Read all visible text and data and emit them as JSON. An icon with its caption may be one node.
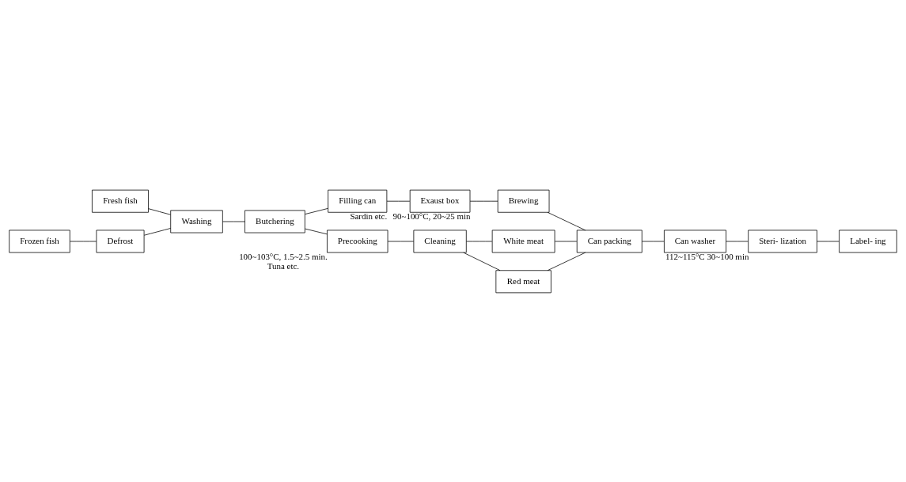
{
  "diagram": {
    "nodes": [
      {
        "text": [
          "Fresh fish"
        ]
      },
      {
        "text": [
          "Frozen fish"
        ]
      },
      {
        "text": [
          "Defrost"
        ]
      },
      {
        "text": [
          "Washing"
        ]
      },
      {
        "text": [
          "Butchering"
        ]
      },
      {
        "text": [
          "Filling can"
        ],
        "beside": [
          "Sardin etc."
        ]
      },
      {
        "text": [
          "Precooking"
        ],
        "beside": [
          "100~103°C, 1.5~2.5 min.",
          "Tuna etc."
        ]
      },
      {
        "text": [
          "Exaust box"
        ],
        "beside": [
          "90~100°C, 20~25 min"
        ]
      },
      {
        "text": [
          "Brewing"
        ]
      },
      {
        "text": [
          "Cleaning"
        ]
      },
      {
        "text": [
          "White meat"
        ]
      },
      {
        "text": [
          "Red meat"
        ]
      },
      {
        "text": [
          "Can packing"
        ]
      },
      {
        "text": [
          "Can washer"
        ]
      },
      {
        "text": [
          "Steri- lization"
        ],
        "beside": [
          "112~115°C 30~100 min"
        ]
      },
      {
        "text": [
          "Label- ing"
        ]
      }
    ],
    "edges": [
      {
        "from": 0,
        "to": 3,
        "arrow": "none"
      },
      {
        "from": 1,
        "to": 2,
        "arrow": "none"
      },
      {
        "from": 2,
        "to": 3,
        "arrow": "none"
      },
      {
        "from": 3,
        "to": 4,
        "arrow": "none"
      },
      {
        "from": 4,
        "to": 5,
        "arrow": "none"
      },
      {
        "from": 4,
        "to": 6,
        "arrow": "none"
      },
      {
        "from": 5,
        "to": 7,
        "arrow": "none"
      },
      {
        "from": 6,
        "to": 9,
        "arrow": "none"
      },
      {
        "from": 7,
        "to": 8,
        "arrow": "none"
      },
      {
        "from": 8,
        "to": 12,
        "arrow": "none"
      },
      {
        "from": 9,
        "to": 10,
        "arrow": "none"
      },
      {
        "from": 9,
        "to": 11,
        "arrow": "none"
      },
      {
        "from": 10,
        "to": 12,
        "arrow": "none"
      },
      {
        "from": 11,
        "to": 12,
        "arrow": "none"
      },
      {
        "from": 12,
        "to": 13,
        "arrow": "none"
      },
      {
        "from": 13,
        "to": 14,
        "arrow": "none"
      },
      {
        "from": 14,
        "to": 15,
        "arrow": "none"
      }
    ]
  }
}
